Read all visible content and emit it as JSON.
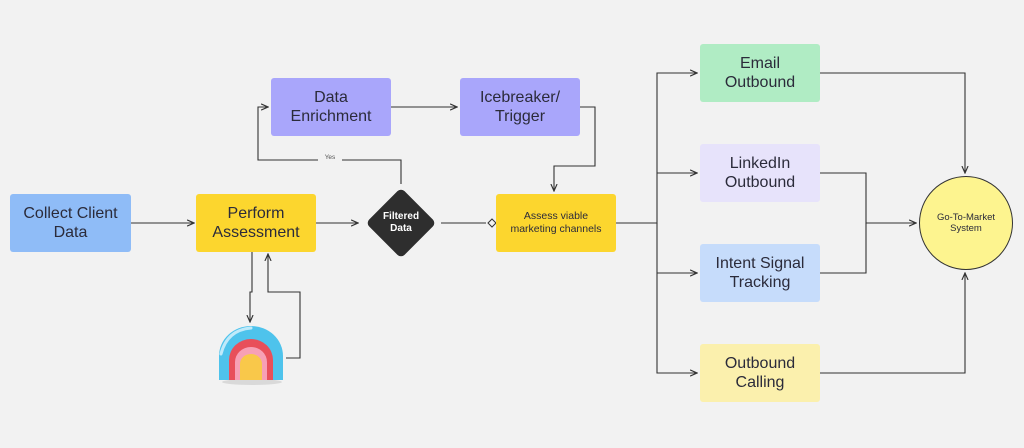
{
  "nodes": {
    "collect_client_data": "Collect Client\nData",
    "perform_assessment": "Perform\nAssessment",
    "data_enrichment": "Data\nEnrichment",
    "icebreaker_trigger": "Icebreaker/\nTrigger",
    "filtered_data": "Filtered\nData",
    "assess_channels": "Assess viable\nmarketing channels",
    "email_outbound": "Email\nOutbound",
    "linkedin_outbound": "LinkedIn\nOutbound",
    "intent_signal_tracking": "Intent Signal\nTracking",
    "outbound_calling": "Outbound\nCalling",
    "gtm_system": "Go-To-Market\nSystem"
  },
  "edge_labels": {
    "yes": "Yes"
  },
  "colors": {
    "background": "#f2f2f2",
    "blue": "#8fbcf7",
    "yellow": "#fcd62e",
    "purple": "#a9a6fb",
    "green": "#b0ecc4",
    "lavender": "#e7e3fb",
    "light_blue": "#c6dcfb",
    "light_yellow": "#fbf0ad",
    "gtm_yellow": "#fdf48f",
    "diamond": "#2e2e2e",
    "line": "#333333"
  },
  "icons": {
    "tool": "rainbow-arch-icon"
  }
}
